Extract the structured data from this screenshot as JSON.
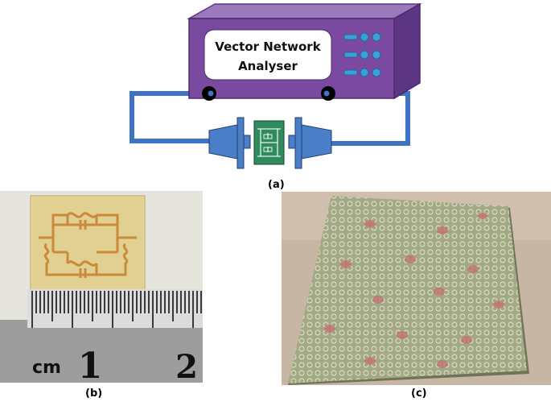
{
  "panel_a": {
    "label": "(a)",
    "instrument_text_line1": "Vector Network",
    "instrument_text_line2": "Analyser"
  },
  "panel_b": {
    "label": "(b)",
    "ruler_unit": "cm",
    "ruler_number_1": "1",
    "ruler_number_2": "2"
  },
  "panel_c": {
    "label": "(c)"
  },
  "colors": {
    "instrument_body": "#7a4aa0",
    "instrument_top": "#9c78bc",
    "instrument_side": "#5c3682",
    "cable": "#3f74c2",
    "adapter": "#4a7fc8",
    "pcb": "#2f8a60",
    "fr4_board": "#e8d79a",
    "copper_trace": "#c98a3c",
    "ruler": "#a9a9a9",
    "meta_board": "#9aa37d",
    "meta_pink": "#c46e72",
    "desk": "#c8b6a4"
  }
}
